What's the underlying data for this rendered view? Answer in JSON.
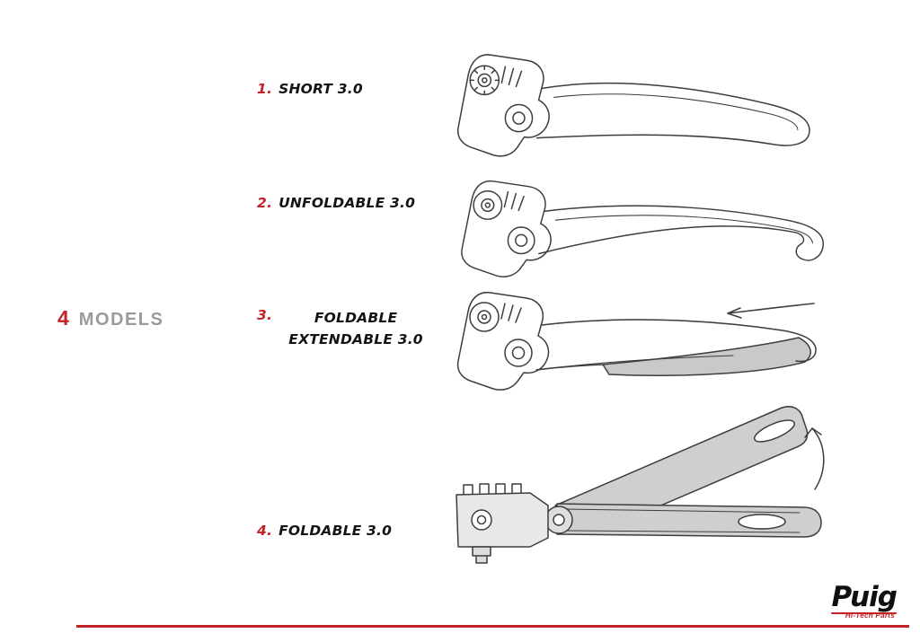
{
  "accent_color": "#c22126",
  "title": {
    "number": "4",
    "label": "MODELS"
  },
  "models": [
    {
      "number": "1.",
      "name": "SHORT 3.0"
    },
    {
      "number": "2.",
      "name": "UNFOLDABLE 3.0"
    },
    {
      "number": "3.",
      "name": "FOLDABLE EXTENDABLE 3.0"
    },
    {
      "number": "4.",
      "name": "FOLDABLE 3.0"
    }
  ],
  "illustrations": [
    {
      "icon": "short-lever-illustration"
    },
    {
      "icon": "unfoldable-lever-illustration"
    },
    {
      "icon": "foldable-extendable-lever-illustration"
    },
    {
      "icon": "foldable-lever-folded-illustration"
    }
  ],
  "footer": {
    "brand": "Puig",
    "brand_sub": "Hi-Tech Parts"
  }
}
